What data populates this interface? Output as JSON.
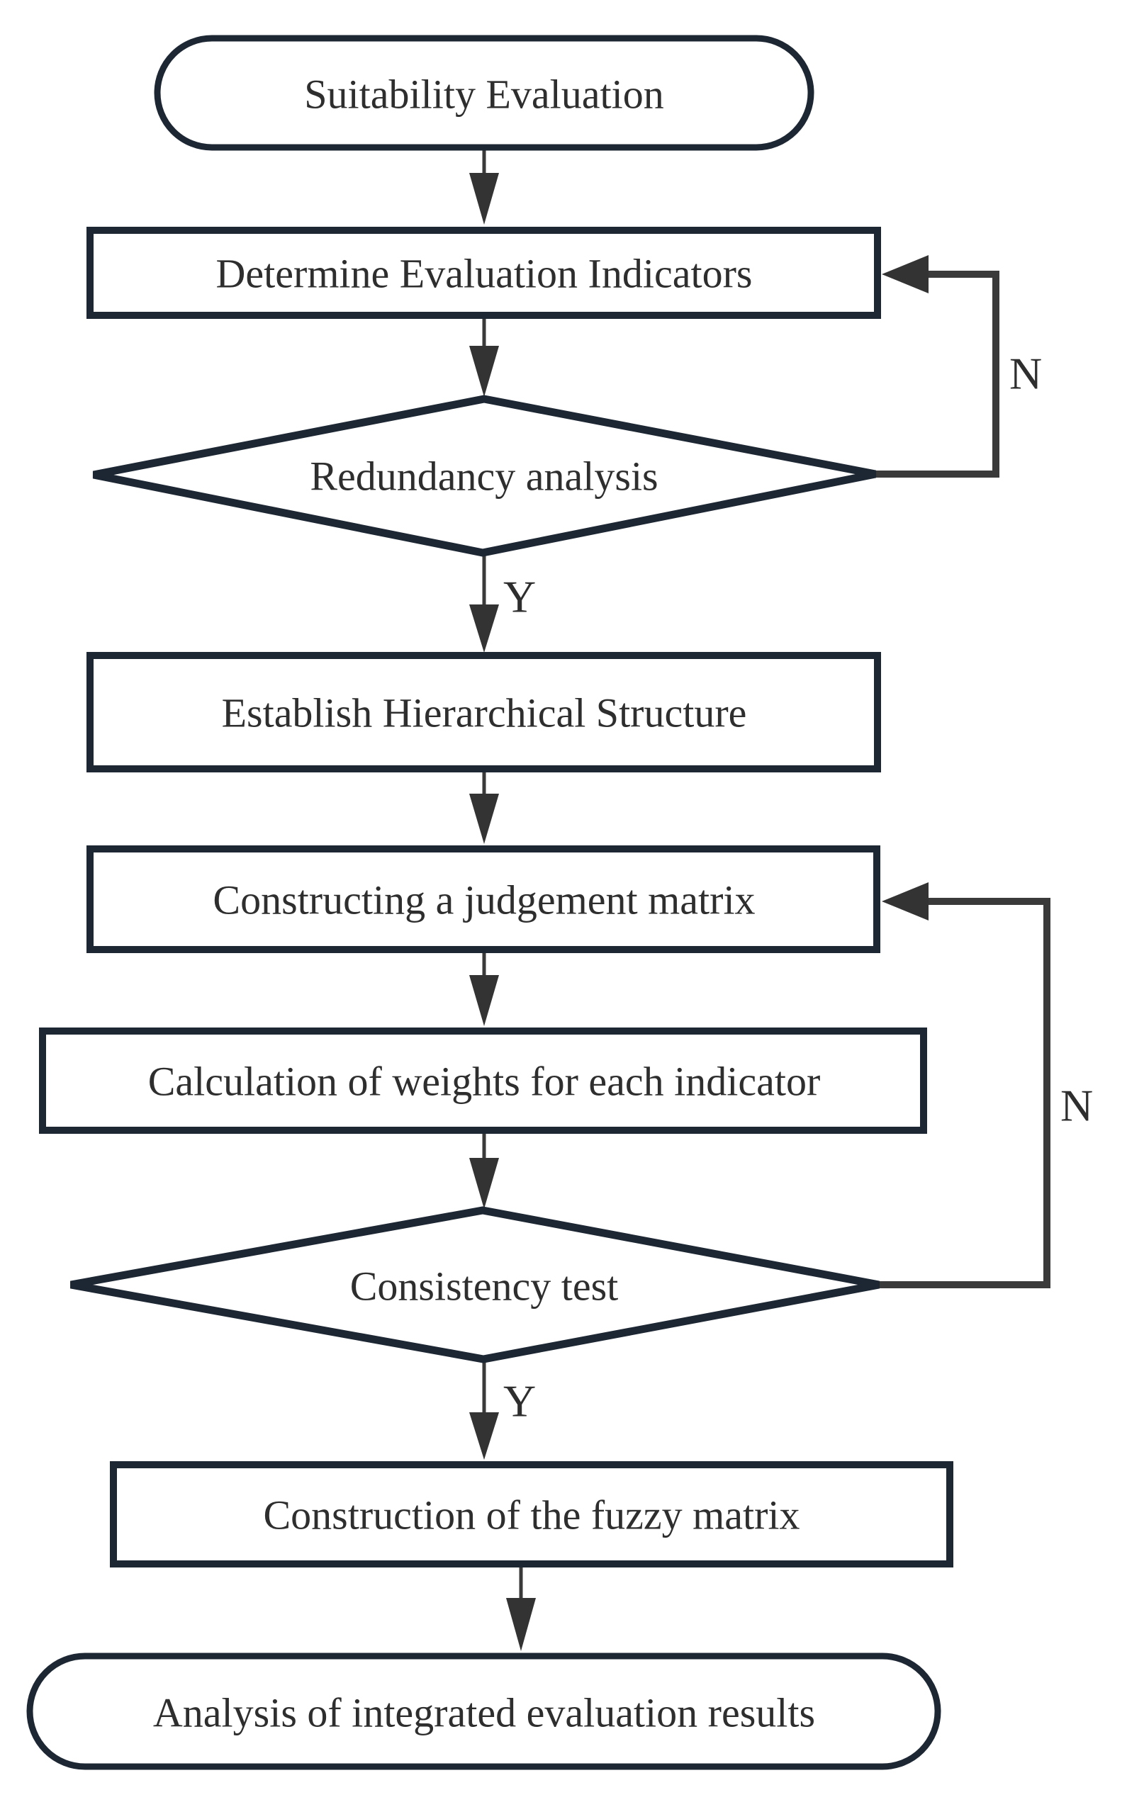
{
  "diagram": {
    "title": "Suitability Evaluation flowchart",
    "nodes": {
      "start": {
        "type": "terminator",
        "label": "Suitability Evaluation"
      },
      "indicators": {
        "type": "process",
        "label": "Determine Evaluation Indicators"
      },
      "redundancy": {
        "type": "decision",
        "label": "Redundancy analysis"
      },
      "hierarchy": {
        "type": "process",
        "label": "Establish Hierarchical Structure"
      },
      "judgement": {
        "type": "process",
        "label": "Constructing a judgement matrix"
      },
      "weights": {
        "type": "process",
        "label": "Calculation of weights for each indicator"
      },
      "consistency": {
        "type": "decision",
        "label": "Consistency test"
      },
      "fuzzy": {
        "type": "process",
        "label": "Construction of the fuzzy matrix"
      },
      "end": {
        "type": "terminator",
        "label": "Analysis of integrated evaluation results"
      }
    },
    "edge_labels": {
      "redundancy_yes": "Y",
      "redundancy_no": "N",
      "consistency_yes": "Y",
      "consistency_no": "N"
    },
    "colors": {
      "shape_stroke": "#1d2733",
      "connector": "#3a3a3a",
      "arrowhead": "#333333",
      "text": "#2e2e2e",
      "background": "#ffffff",
      "shape_fill": "#ffffff"
    }
  }
}
